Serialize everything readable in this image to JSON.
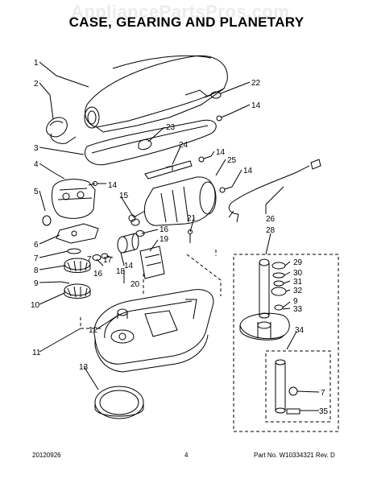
{
  "watermark": "AppliancePartsPros.com",
  "title": "CASE, GEARING AND PLANETARY",
  "callouts": {
    "c1": "1",
    "c2": "2",
    "c3": "3",
    "c4": "4",
    "c5": "5",
    "c6": "6",
    "c7": "7",
    "c7b": "7",
    "c7c": "7",
    "c8": "8",
    "c9": "9",
    "c9b": "9",
    "c10": "10",
    "c11": "11",
    "c12": "12",
    "c13": "13",
    "c14a": "14",
    "c14b": "14",
    "c14c": "14",
    "c14d": "14",
    "c14e": "14",
    "c15": "15",
    "c16a": "16",
    "c16b": "16",
    "c17": "17",
    "c18": "18",
    "c19": "19",
    "c20": "20",
    "c21": "21",
    "c22": "22",
    "c23": "23",
    "c24": "24",
    "c25": "25",
    "c26": "26",
    "c28": "28",
    "c29": "29",
    "c30": "30",
    "c31": "31",
    "c32": "32",
    "c33": "33",
    "c34": "34",
    "c35": "35"
  },
  "footer": {
    "date": "20120926",
    "page": "4",
    "part": "Part No. W10334321  Rev. D"
  }
}
